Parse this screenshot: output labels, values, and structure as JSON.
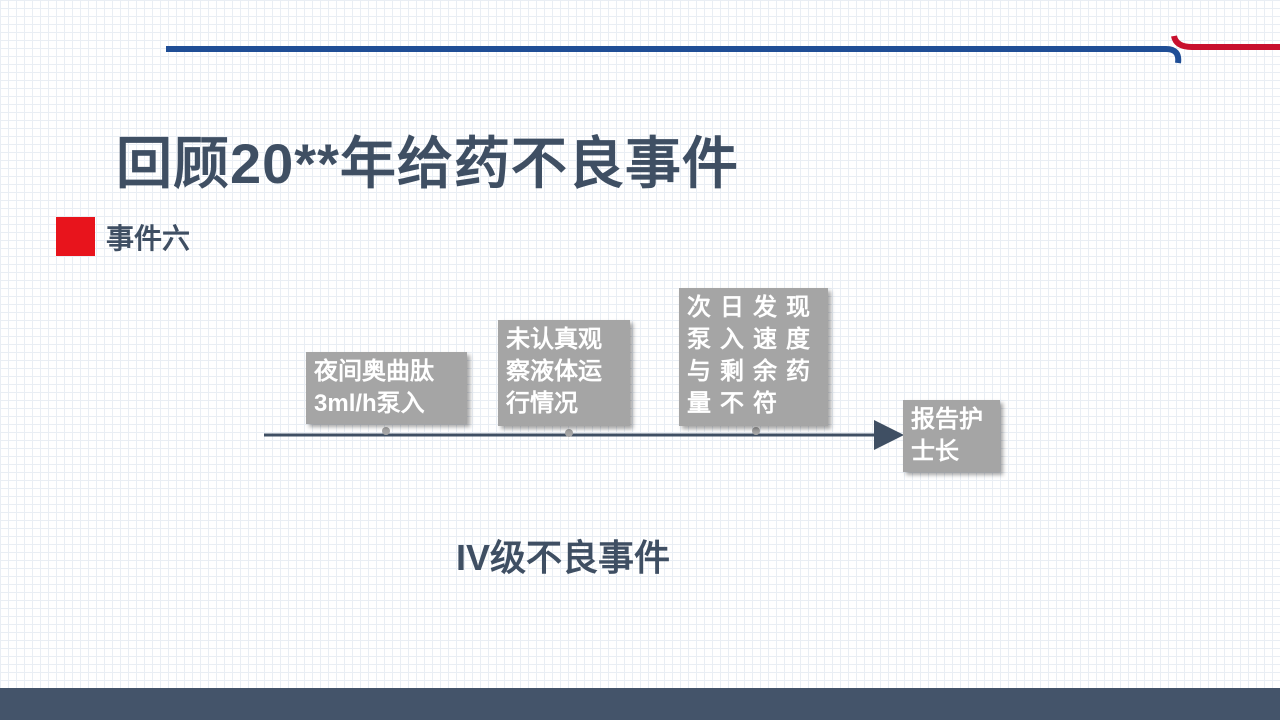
{
  "slide": {
    "title": "回顾20**年给药不良事件",
    "section_label": "事件六",
    "steps": [
      {
        "lines": [
          "夜间奥曲肽",
          "3ml/h泵入"
        ]
      },
      {
        "lines": [
          "未认真观",
          "察液体运",
          "行情况"
        ]
      },
      {
        "lines": [
          "次日发现",
          "泵入速度",
          "与剩余药",
          "量不符"
        ]
      },
      {
        "lines": [
          "报告护",
          "士长"
        ]
      }
    ],
    "level_text": "IV级不良事件"
  },
  "colors": {
    "title": "#3f4f63",
    "accent_red": "#e8141c",
    "top_line_blue": "#1f4e96",
    "box_gray": "#a5a5a5",
    "footer": "#44546a"
  }
}
